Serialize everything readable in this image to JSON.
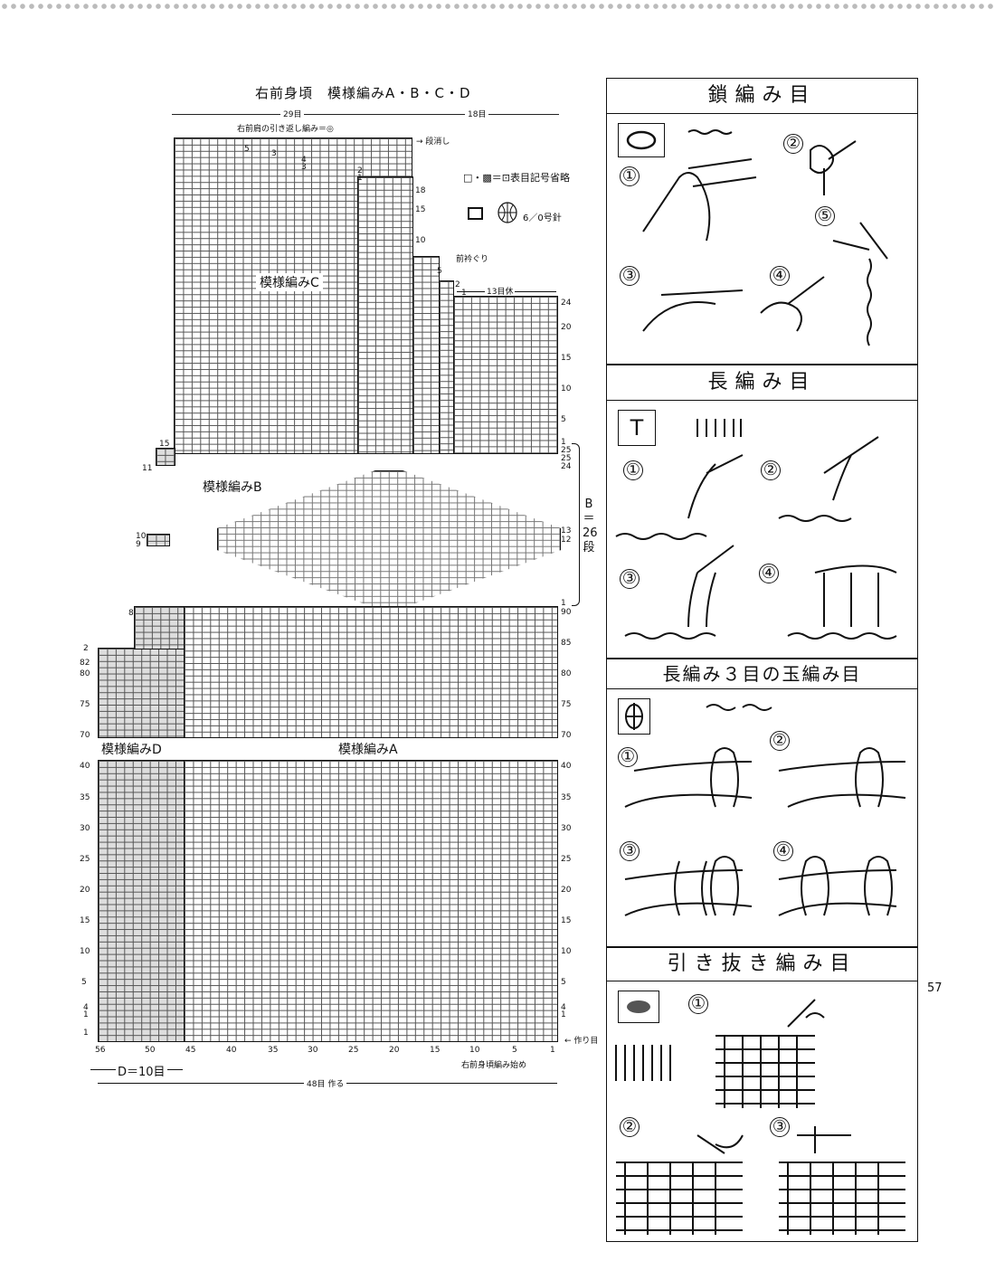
{
  "chart": {
    "title": "右前身頃　模様編みA・B・C・D",
    "width_top_left": "29目",
    "width_top_right": "18目",
    "shoulder_note": "右前肩の引き返し編み＝◎",
    "dan_keshi": "→ 段消し",
    "legend_omit": "□・▩＝⊡表目記号省略",
    "legend_bobble": "6／0号針",
    "neck_label": "前衿ぐり",
    "neck_count": "13目休",
    "pattern_a": "模様編みA",
    "pattern_b": "模様編みB",
    "pattern_c": "模様編みC",
    "pattern_d": "模様編みD",
    "b_rows": "B＝26段",
    "start_label": "右前身頃編み始め",
    "cast_on": "← 作り目",
    "d_width": "D＝10目",
    "total_width": "48目 作る",
    "bottom_numbers": [
      "56",
      "50",
      "45",
      "40",
      "35",
      "30",
      "25",
      "20",
      "15",
      "10",
      "5",
      "1"
    ],
    "left_rows_lower": [
      "40",
      "35",
      "30",
      "25",
      "20",
      "15",
      "10",
      "5",
      "4",
      "1",
      "1"
    ],
    "right_rows_lower": [
      "40",
      "35",
      "30",
      "25",
      "20",
      "15",
      "10",
      "5",
      "4",
      "1"
    ],
    "left_rows_mid": [
      "82",
      "80",
      "75",
      "70"
    ],
    "right_rows_mid": [
      "90",
      "85",
      "80",
      "75",
      "70"
    ],
    "right_rows_upper": [
      "24",
      "20",
      "15",
      "10",
      "5",
      "1",
      "25",
      "25",
      "24"
    ],
    "left_steps": [
      "2",
      "8",
      "10",
      "9",
      "11",
      "15"
    ],
    "right_b_rows": [
      "13",
      "12",
      "1"
    ],
    "shoulder_steps": [
      "5",
      "3",
      "4",
      "3",
      "2",
      "1",
      "18",
      "15",
      "10",
      "5",
      "2",
      "1"
    ]
  },
  "panels": [
    {
      "title": "鎖編み目",
      "steps": [
        "①",
        "②",
        "③",
        "④",
        "⑤"
      ]
    },
    {
      "title": "長編み目",
      "symbol": "T",
      "steps": [
        "①",
        "②",
        "③",
        "④"
      ]
    },
    {
      "title": "長編み３目の玉編み目",
      "steps": [
        "①",
        "②",
        "③",
        "④"
      ]
    },
    {
      "title": "引き抜き編み目",
      "steps": [
        "①",
        "②",
        "③"
      ]
    }
  ],
  "page_number": "57"
}
